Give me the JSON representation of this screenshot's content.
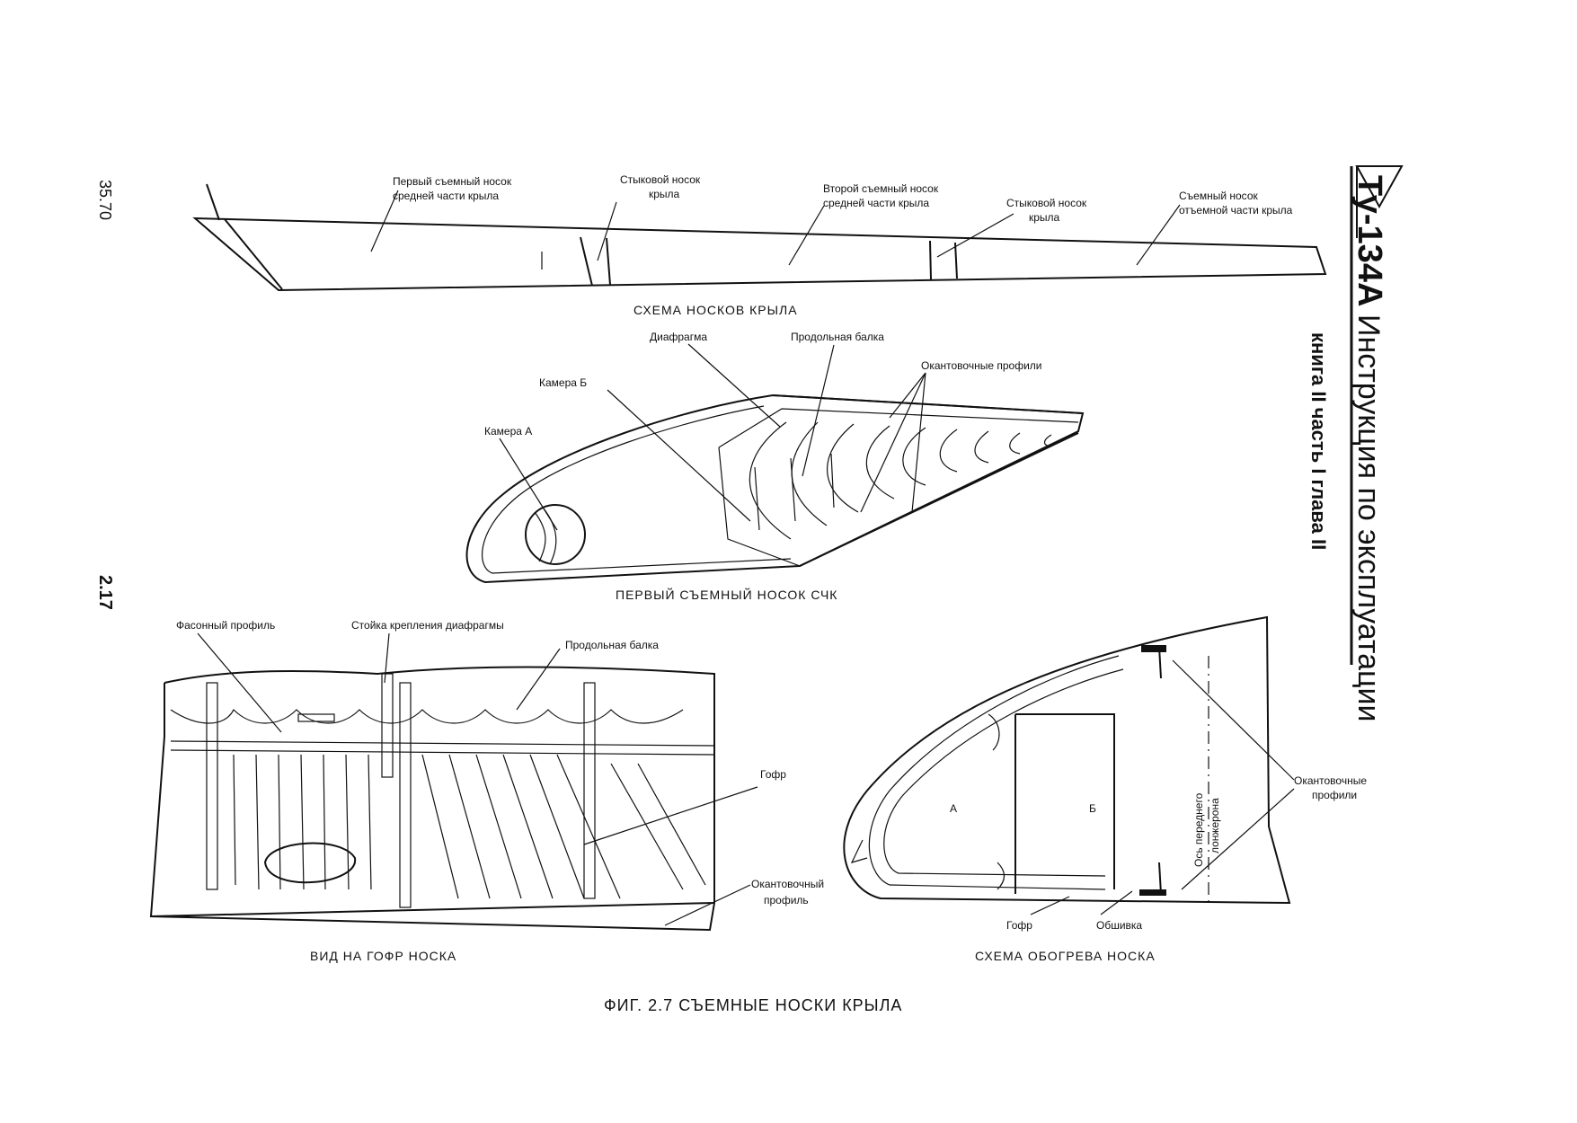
{
  "header": {
    "aircraft": "Ту-134А",
    "manual_title": "Инструкция по эксплуатации",
    "book_part_chapter": "книга II   часть I   глава II",
    "page_number": "2.17",
    "date": "35.70"
  },
  "wing_scheme": {
    "caption": "СХЕМА НОСКОВ КРЫЛА",
    "labels": {
      "first_removable_l1": "Первый съемный носок",
      "first_removable_l2": "средней части крыла",
      "joint1_l1": "Стыковой носок",
      "joint1_l2": "крыла",
      "second_removable_l1": "Второй съемный носок",
      "second_removable_l2": "средней части крыла",
      "joint2_l1": "Стыковой носок",
      "joint2_l2": "крыла",
      "outer_l1": "Съемный носок",
      "outer_l2": "отъемной части крыла"
    }
  },
  "nose_perspective": {
    "caption": "ПЕРВЫЙ СЪЕМНЫЙ НОСОК СЧК",
    "labels": {
      "diaphragm": "Диафрагма",
      "long_beam": "Продольная балка",
      "edge_profiles": "Окантовочные профили",
      "chamber_b": "Камера Б",
      "chamber_a": "Камера А"
    }
  },
  "corrugation_view": {
    "caption": "ВИД НА ГОФР НОСКА",
    "labels": {
      "shaped_profile": "Фасонный профиль",
      "diaphragm_post": "Стойка крепления диафрагмы",
      "long_beam": "Продольная балка",
      "corrugation": "Гофр",
      "edge_profile_l1": "Окантовочный",
      "edge_profile_l2": "профиль"
    }
  },
  "heating_scheme": {
    "caption": "СХЕМА ОБОГРЕВА НОСКА",
    "labels": {
      "chamber_a": "А",
      "chamber_b": "Б",
      "spar_axis_l1": "Ось переднего",
      "spar_axis_l2": "лонжерона",
      "edge_profiles_l1": "Окантовочные",
      "edge_profiles_l2": "профили",
      "corrugation": "Гофр",
      "skin": "Обшивка"
    }
  },
  "figure_caption": "ФИГ. 2.7 СЪЕМНЫЕ НОСКИ КРЫЛА"
}
